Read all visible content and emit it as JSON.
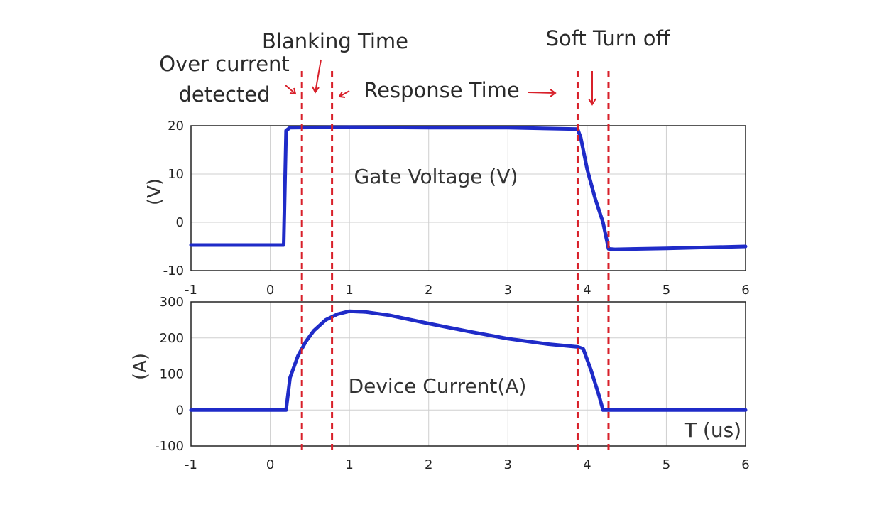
{
  "colors": {
    "trace": "#1f2bc8",
    "marker": "#d8202a",
    "grid": "#cfcfcf"
  },
  "chart_data": [
    {
      "type": "line",
      "xlim": [
        -1,
        6
      ],
      "ylim": [
        -10,
        20
      ],
      "xticks": [
        "-1",
        "0",
        "1",
        "2",
        "3",
        "4",
        "5",
        "6"
      ],
      "yticks": [
        "20",
        "10",
        "0",
        "-10"
      ],
      "ylabel": "(V)",
      "inner_label": "Gate Voltage (V)",
      "grid": true,
      "series": [
        {
          "x": [
            -1.0,
            0.17,
            0.2,
            0.25,
            1.0,
            2.0,
            3.0,
            3.88,
            3.92,
            4.0,
            4.1,
            4.2,
            4.27,
            4.35,
            5.0,
            6.0
          ],
          "y": [
            -4.7,
            -4.7,
            19.0,
            19.6,
            19.7,
            19.6,
            19.6,
            19.3,
            17.5,
            11.0,
            5.0,
            0.0,
            -5.5,
            -5.6,
            -5.4,
            -5.0
          ]
        }
      ]
    },
    {
      "type": "line",
      "xlim": [
        -1,
        6
      ],
      "ylim": [
        -100,
        300
      ],
      "xticks": [
        "-1",
        "0",
        "1",
        "2",
        "3",
        "4",
        "5",
        "6"
      ],
      "yticks": [
        "300",
        "200",
        "100",
        "0",
        "-100"
      ],
      "ylabel": "(A)",
      "xlabel": "T (us)",
      "inner_label": "Device Current(A)",
      "grid": true,
      "series": [
        {
          "x": [
            -1.0,
            0.2,
            0.25,
            0.35,
            0.45,
            0.55,
            0.7,
            0.85,
            1.0,
            1.2,
            1.5,
            2.0,
            2.5,
            3.0,
            3.5,
            3.88,
            3.95,
            4.05,
            4.15,
            4.2,
            4.3,
            5.0,
            6.0
          ],
          "y": [
            0,
            0,
            90,
            150,
            190,
            220,
            250,
            266,
            274,
            272,
            263,
            240,
            218,
            198,
            183,
            175,
            170,
            110,
            40,
            0,
            0,
            0,
            0
          ]
        }
      ]
    }
  ],
  "markers_x": [
    0.4,
    0.78,
    3.88,
    4.27
  ],
  "annotations": {
    "blanking": "Blanking Time",
    "soft": "Soft Turn off",
    "over_line1": "Over current",
    "over_line2": "detected",
    "response": "Response Time"
  }
}
